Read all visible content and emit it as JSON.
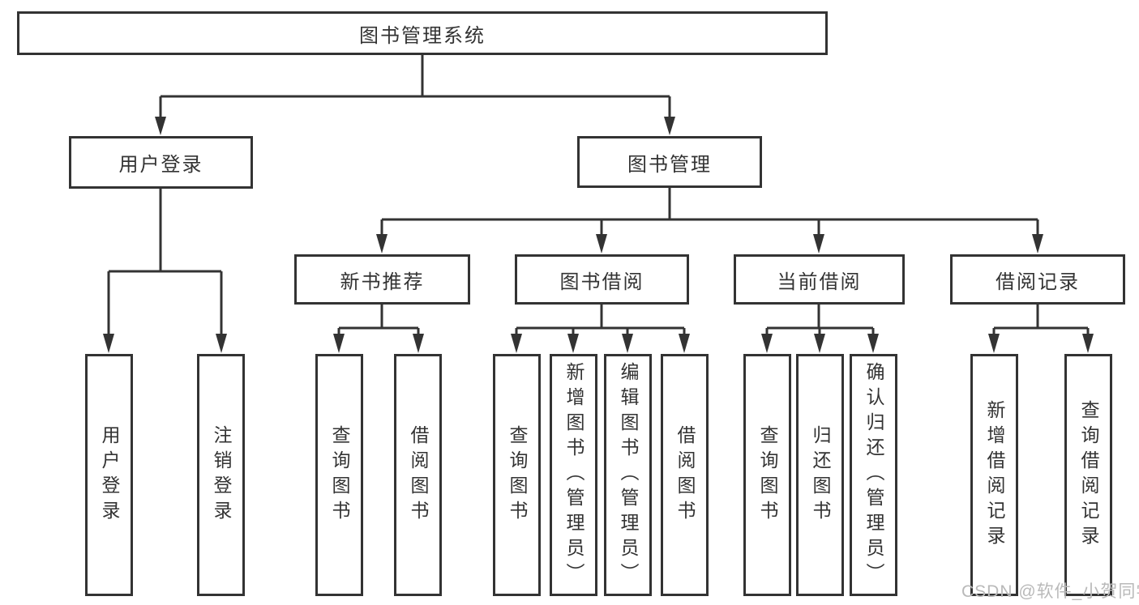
{
  "diagram": {
    "root_label": "图书管理系统",
    "level2": [
      {
        "label": "用户登录",
        "children": [
          "用户登录",
          "注销登录"
        ]
      },
      {
        "label": "图书管理",
        "sections": [
          {
            "label": "新书推荐",
            "children": [
              "查询图书",
              "借阅图书"
            ]
          },
          {
            "label": "图书借阅",
            "children": [
              "查询图书",
              "新增图书（管理员）",
              "编辑图书（管理员）",
              "借阅图书"
            ]
          },
          {
            "label": "当前借阅",
            "children": [
              "查询图书",
              "归还图书",
              "确认归还（管理员）"
            ]
          },
          {
            "label": "借阅记录",
            "children": [
              "新增借阅记录",
              "查询借阅记录"
            ]
          }
        ]
      }
    ]
  },
  "watermark": {
    "text": "CSDN @软件_小贺同学"
  },
  "colors": {
    "line": "#333333",
    "text": "#333333",
    "watermark": "#b9b9b9",
    "background": "#ffffff"
  }
}
